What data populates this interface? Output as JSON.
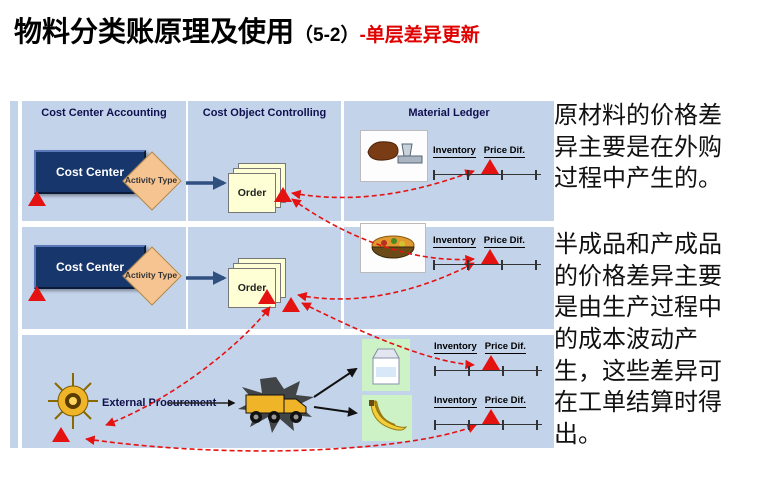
{
  "slide": {
    "title_main": "物料分类账原理及使用",
    "title_paren": "（5-2）",
    "title_sub": "-单层差异更新"
  },
  "diagram": {
    "headers": {
      "col1": "Cost Center Accounting",
      "col2": "Cost Object Controlling",
      "col3": "Material Ledger"
    },
    "rows": {
      "row1": {
        "cost_center": "Cost Center",
        "activity_type": "Activity Type",
        "order": "Order"
      },
      "row2": {
        "cost_center": "Cost Center",
        "activity_type": "Activity Type",
        "order": "Order"
      },
      "row3": {
        "external_procurement": "External Procurement"
      }
    },
    "chart_labels": {
      "inventory": "Inventory",
      "price_dif": "Price Dif."
    },
    "icons": [
      "raw-material-icon",
      "finished-goods-icon",
      "milk-carton-icon",
      "bananas-icon",
      "gold-emblem-icon",
      "truck-icon",
      "price-difference-triangle"
    ]
  },
  "notes": {
    "p1": "原材料的价格差异主要是在外购过程中产生的。",
    "p2": "半成品和产成品的价格差异主要是由生产过程中的成本波动产生，这些差异可在工单结算时得出。"
  },
  "colors": {
    "accent_red": "#e51212",
    "panel_blue": "#c3d3ea",
    "cost_center_blue": "#17366b",
    "diamond_orange": "#f5c491",
    "order_yellow": "#ffffd6",
    "header_navy": "#101050"
  }
}
